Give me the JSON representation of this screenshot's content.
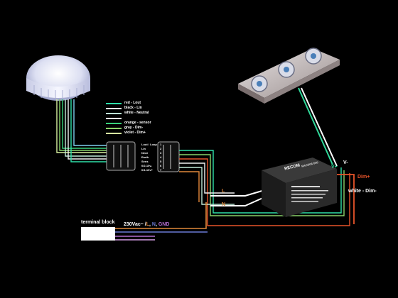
{
  "legend": [
    {
      "text": "red - Lout",
      "color": "#2fe0a8"
    },
    {
      "text": "black - Lin",
      "color": "#f2f2f2"
    },
    {
      "text": "white - Neutral",
      "color": "#bfe9d8"
    },
    {
      "text": "orange - sensor",
      "color": "#39d07a"
    },
    {
      "text": "gray - Dim-",
      "color": "#8bd36b"
    },
    {
      "text": "violet - Dim+",
      "color": "#d7f0a0"
    }
  ],
  "connector_labels": [
    "Lout / Loop",
    "Lin",
    "Neut",
    "Earth",
    "Sens",
    "0/2-10v-",
    "0/1-10v+"
  ],
  "connector_numbers": [
    "1",
    "2",
    "3",
    "4",
    "5",
    "6",
    "7"
  ],
  "driver": {
    "brand": "RECOM",
    "model": "RACD06-500"
  },
  "labels": {
    "v_plus": "V+",
    "v_minus": "V-",
    "dim_plus": "Dim+",
    "white_dim_minus": "white - Dim-",
    "l": "L",
    "n": "N",
    "terminal_block": "terminal block",
    "mains_prefix": "230Vac~ /",
    "mains_l": "L",
    "mains_sep1": ", ",
    "mains_n": "N",
    "mains_sep2": ", ",
    "mains_gnd": "GND"
  },
  "colors": {
    "background": "#000000",
    "live": "#e0873a",
    "neutral": "#6a7bd6",
    "ground": "#b56fd0",
    "dim_plus": "#e8542a",
    "v_plus": "#30d89a"
  }
}
